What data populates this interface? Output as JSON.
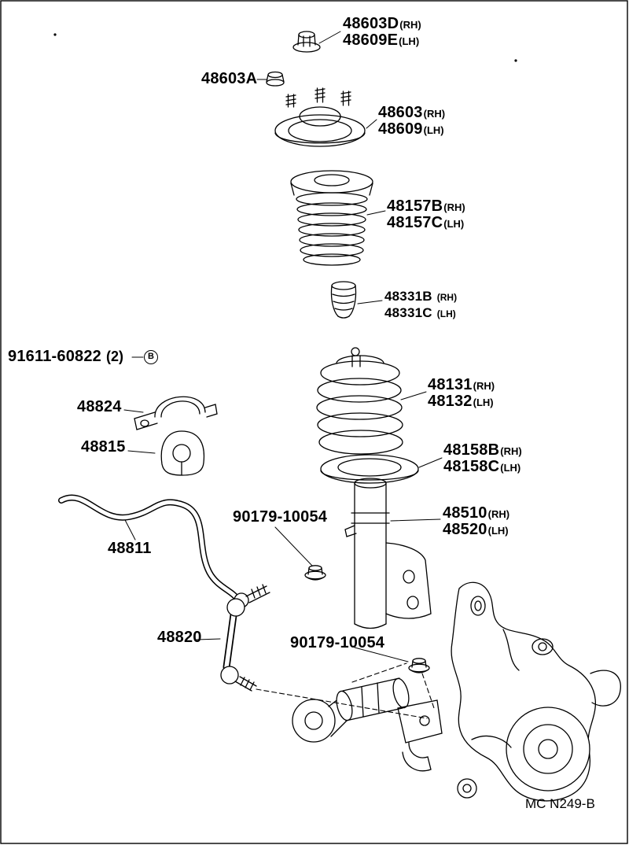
{
  "diagram": {
    "code": "MC N249-B"
  },
  "labels": {
    "support_nut_rh": {
      "num": "48603D",
      "side": "(RH)"
    },
    "support_nut_lh": {
      "num": "48609E",
      "side": "(LH)"
    },
    "support_cap": {
      "num": "48603A"
    },
    "support_rh": {
      "num": "48603",
      "side": "(RH)"
    },
    "support_lh": {
      "num": "48609",
      "side": "(LH)"
    },
    "dust_cover_rh": {
      "num": "48157B",
      "side": "(RH)"
    },
    "dust_cover_lh": {
      "num": "48157C",
      "side": "(LH)"
    },
    "bumper_rh": {
      "num": "48331B",
      "side": "(RH)"
    },
    "bumper_lh": {
      "num": "48331C",
      "side": "(LH)"
    },
    "bracket_bolt": {
      "num": "91611-60822",
      "qty": "(2)",
      "marker": "B"
    },
    "stabilizer_bracket": {
      "num": "48824"
    },
    "stabilizer_bushing": {
      "num": "48815"
    },
    "spring_rh": {
      "num": "48131",
      "side": "(RH)"
    },
    "spring_lh": {
      "num": "48132",
      "side": "(LH)"
    },
    "spring_seat_rh": {
      "num": "48158B",
      "side": "(RH)"
    },
    "spring_seat_lh": {
      "num": "48158C",
      "side": "(LH)"
    },
    "shock_rh": {
      "num": "48510",
      "side": "(RH)"
    },
    "shock_lh": {
      "num": "48520",
      "side": "(LH)"
    },
    "link_nut_upper": {
      "num": "90179-10054"
    },
    "stabilizer_bar": {
      "num": "48811"
    },
    "stabilizer_link": {
      "num": "48820"
    },
    "link_nut_lower": {
      "num": "90179-10054"
    }
  }
}
